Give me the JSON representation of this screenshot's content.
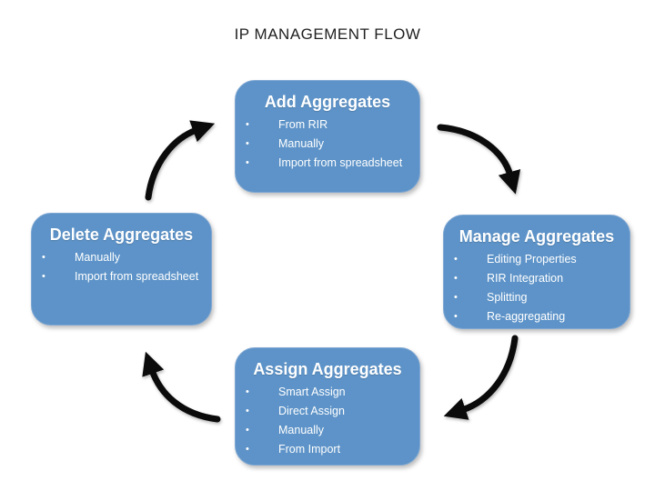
{
  "title": "IP MANAGEMENT FLOW",
  "diagram": {
    "bullet_glyph": "•",
    "flow_order": [
      "Add Aggregates",
      "Manage Aggregates",
      "Assign Aggregates",
      "Delete Aggregates"
    ],
    "nodes": [
      {
        "title": "Add Aggregates",
        "items": [
          "From RIR",
          "Manually",
          "Import from spreadsheet"
        ]
      },
      {
        "title": "Manage Aggregates",
        "items": [
          "Editing Properties",
          "RIR Integration",
          "Splitting",
          "Re-aggregating"
        ]
      },
      {
        "title": "Assign Aggregates",
        "items": [
          "Smart Assign",
          "Direct Assign",
          "Manually",
          "From Import"
        ]
      },
      {
        "title": "Delete Aggregates",
        "items": [
          "Manually",
          "Import from spreadsheet"
        ]
      }
    ],
    "colors": {
      "node_fill": "#5D93C8",
      "node_border": "#7FA7D3",
      "node_text": "#FFFFFF",
      "arrow": "#0B0B0B",
      "title_text": "#1F1F1F",
      "background": "#FFFFFF"
    }
  }
}
